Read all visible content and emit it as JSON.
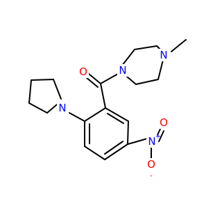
{
  "molecule": {
    "atoms": {
      "carbonyl_oxygen": {
        "symbol": "O",
        "color": "#ff0000"
      },
      "piperazine_n1": {
        "symbol": "N",
        "color": "#0000ff"
      },
      "piperazine_n4": {
        "symbol": "N",
        "color": "#0000ff"
      },
      "pyrrolidine_n": {
        "symbol": "N",
        "color": "#0000ff"
      },
      "nitro_n": {
        "symbol": "N",
        "charge": "+",
        "color": "#0000ff"
      },
      "nitro_o_double": {
        "symbol": "O",
        "color": "#ff0000"
      },
      "nitro_o_single": {
        "symbol": "O",
        "charge": "-",
        "color": "#ff0000"
      }
    },
    "bond_color": "#000000"
  }
}
